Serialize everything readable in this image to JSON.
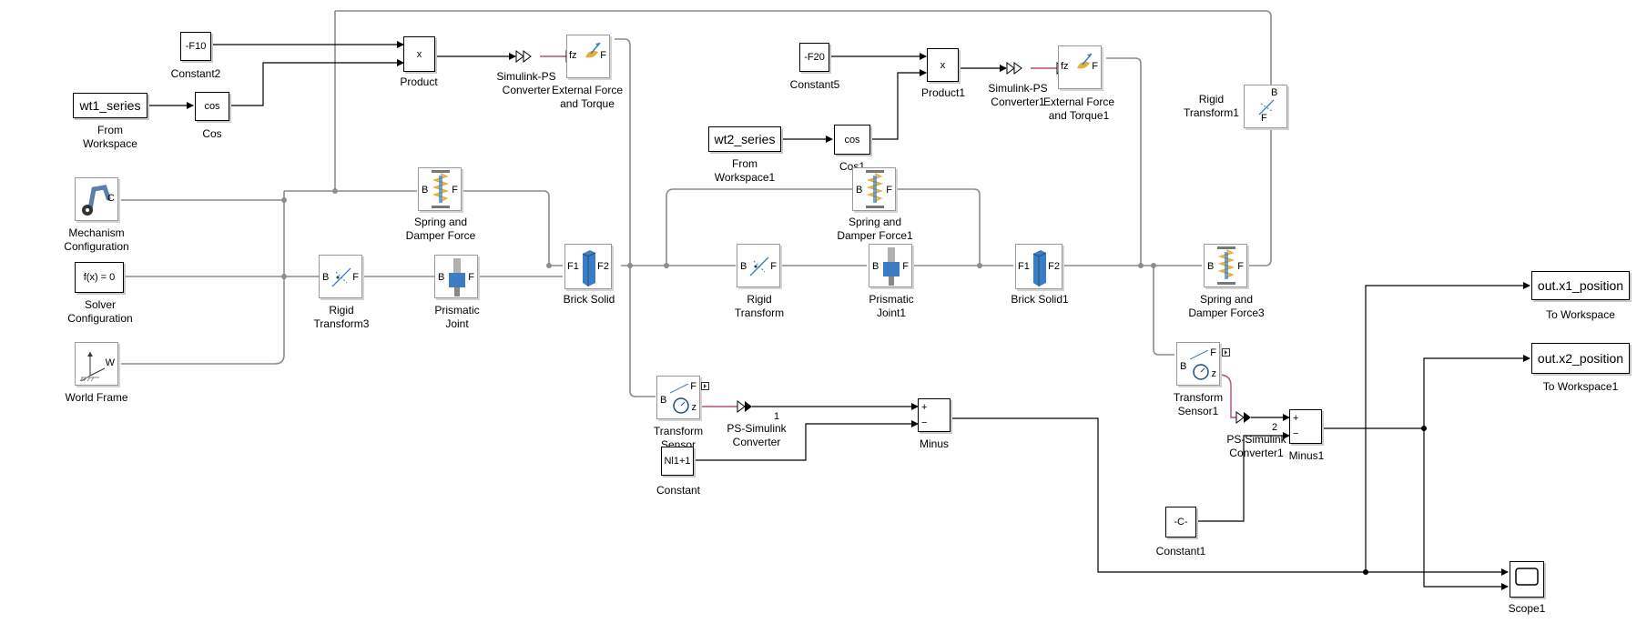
{
  "blocks": {
    "constant2": {
      "value": "-F10",
      "label": "Constant2"
    },
    "product": {
      "symbol": "x",
      "label": "Product"
    },
    "sps1": {
      "label": "Simulink-PS\nConverter"
    },
    "ext_force": {
      "port_in": "fz",
      "port_out": "F",
      "label": "External Force\nand Torque"
    },
    "from_ws": {
      "value": "wt1_series",
      "label": "From\nWorkspace"
    },
    "cos": {
      "value": "cos",
      "label": "Cos"
    },
    "constant5": {
      "value": "-F20",
      "label": "Constant5"
    },
    "product1": {
      "symbol": "x",
      "label": "Product1"
    },
    "sps2": {
      "label": "Simulink-PS\nConverter1"
    },
    "ext_force1": {
      "port_in": "fz",
      "port_out": "F",
      "label": "External Force\nand Torque1"
    },
    "rigid_t1": {
      "port_top": "B",
      "port_bot": "F",
      "label": "Rigid\nTransform1"
    },
    "from_ws1": {
      "value": "wt2_series",
      "label": "From\nWorkspace1"
    },
    "cos1": {
      "value": "cos",
      "label": "Cos1"
    },
    "mech_config": {
      "port": "C",
      "label": "Mechanism\nConfiguration"
    },
    "spring1": {
      "port_b": "B",
      "port_f": "F",
      "label": "Spring and\nDamper Force"
    },
    "spring2": {
      "port_b": "B",
      "port_f": "F",
      "label": "Spring and\nDamper Force1"
    },
    "solver": {
      "value": "f(x) = 0",
      "label": "Solver\nConfiguration"
    },
    "rigid_t3": {
      "port_b": "B",
      "port_f": "F",
      "label": "Rigid\nTransform3"
    },
    "prism": {
      "port_b": "B",
      "port_f": "F",
      "label": "Prismatic\nJoint"
    },
    "brick": {
      "port_f1": "F1",
      "port_f2": "F2",
      "label": "Brick Solid"
    },
    "rigid_t": {
      "port_b": "B",
      "port_f": "F",
      "label": "Rigid\nTransform"
    },
    "prism1": {
      "port_b": "B",
      "port_f": "F",
      "label": "Prismatic\nJoint1"
    },
    "brick1": {
      "port_f1": "F1",
      "port_f2": "F2",
      "label": "Brick Solid1"
    },
    "spring3": {
      "port_b": "B",
      "port_f": "F",
      "label": "Spring and\nDamper Force3"
    },
    "world": {
      "port": "W",
      "label": "World Frame"
    },
    "tsensor": {
      "port_b": "B",
      "port_f": "F",
      "port_z": "z",
      "label": "Transform\nSensor"
    },
    "pss1": {
      "number": "1",
      "label": "PS-Simulink\nConverter"
    },
    "constant": {
      "value": "Nl1+1",
      "label": "Constant"
    },
    "minus": {
      "plus": "+",
      "minus": "−",
      "label": "Minus"
    },
    "tsensor1": {
      "port_b": "B",
      "port_f": "F",
      "port_z": "z",
      "label": "Transform\nSensor1"
    },
    "pss2": {
      "number": "2",
      "label": "PS-Simulink\nConverter1"
    },
    "minus1": {
      "plus": "+",
      "minus": "−",
      "label": "Minus1"
    },
    "constant1": {
      "value": "-C-",
      "label": "Constant1"
    },
    "to_ws": {
      "value": "out.x1_position",
      "label": "To Workspace"
    },
    "to_ws1": {
      "value": "out.x2_position",
      "label": "To Workspace1"
    },
    "scope": {
      "label": "Scope1"
    }
  },
  "colors": {
    "signal": "#000000",
    "physical": "#8c8c8c",
    "ps_signal": "#b8506a",
    "block_shadow": "#c9c9c9",
    "icon_blue": "#3b7dc4",
    "icon_gold": "#e2b23a"
  }
}
